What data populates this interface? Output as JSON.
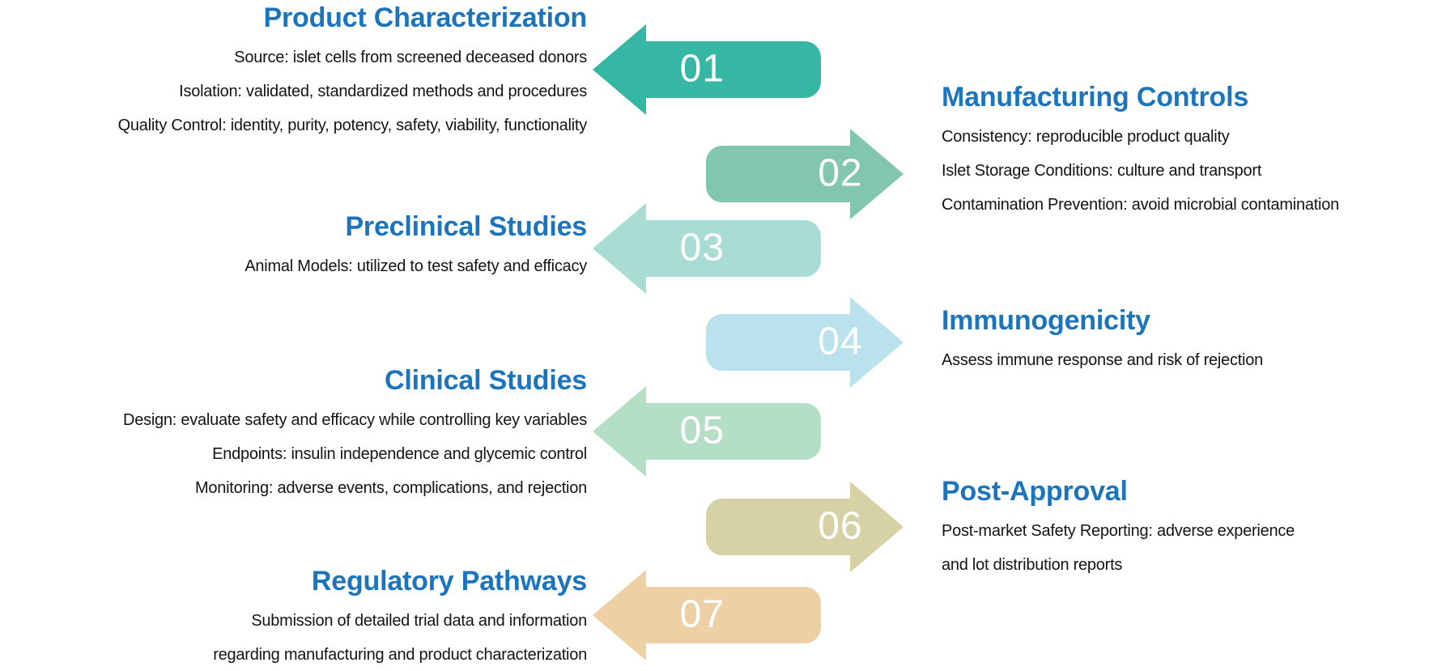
{
  "palette": {
    "background": "#ffffff",
    "title_color": "#1c75bc",
    "text_color": "#141414",
    "number_color": "#ffffff"
  },
  "steps": [
    {
      "number": "01",
      "direction": "left",
      "color": "#36b7a4",
      "title": "Product Characterization",
      "lines": [
        "Source: islet cells from screened deceased donors",
        "Isolation: validated, standardized methods and procedures",
        "Quality Control: identity, purity, potency, safety, viability, functionality"
      ]
    },
    {
      "number": "02",
      "direction": "right",
      "color": "#82c6ae",
      "title": "Manufacturing Controls",
      "lines": [
        "Consistency: reproducible product quality",
        "Islet Storage Conditions: culture and transport",
        "Contamination Prevention: avoid microbial contamination"
      ]
    },
    {
      "number": "03",
      "direction": "left",
      "color": "#a9dcd3",
      "title": "Preclinical Studies",
      "lines": [
        "Animal Models: utilized to test safety and efficacy"
      ]
    },
    {
      "number": "04",
      "direction": "right",
      "color": "#b9e2ed",
      "title": "Immunogenicity",
      "lines": [
        "Assess immune response and risk of rejection"
      ]
    },
    {
      "number": "05",
      "direction": "left",
      "color": "#b5dfc5",
      "title": "Clinical Studies",
      "lines": [
        "Design: evaluate safety and efficacy while controlling key variables",
        "Endpoints: insulin independence and glycemic control",
        "Monitoring: adverse events, complications, and rejection"
      ]
    },
    {
      "number": "06",
      "direction": "right",
      "color": "#d6d2a6",
      "title": "Post-Approval",
      "lines": [
        "Post-market Safety Reporting: adverse experience",
        "and lot distribution reports"
      ]
    },
    {
      "number": "07",
      "direction": "left",
      "color": "#edd0a4",
      "title": "Regulatory Pathways",
      "lines": [
        "Submission of detailed trial data and information",
        "regarding manufacturing and product characterization"
      ]
    }
  ]
}
